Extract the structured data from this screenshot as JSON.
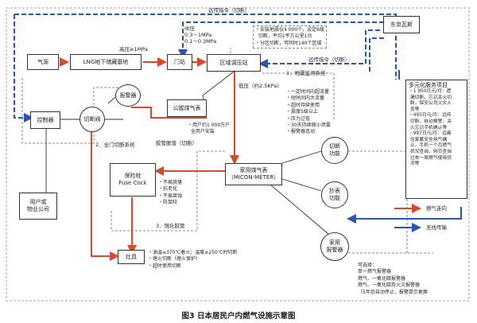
{
  "nodes": {
    "gas_source": "气源",
    "lng_base": "LNG地下储藏基地",
    "gate_station": "门站",
    "regional_station": "区域调压站",
    "tokyo_gas": "东京瓦斯",
    "controller": "控制器",
    "cutoff_valve": "切断阀",
    "alarm": "报警器",
    "public_meter": "公握煤气表",
    "user_company_l1": "用户或",
    "user_company_l2": "物业公司",
    "safety_valve_l1": "保险栓",
    "safety_valve_l2": "Fuse Cock",
    "home_meter_l1": "家用煤气表",
    "home_meter_l2": "（MICON-METER）",
    "cutoff_function_l1": "切断",
    "cutoff_function_l2": "功能",
    "meter_read_l1": "抄表",
    "meter_read_l2": "功能",
    "home_alarm_l1": "家用",
    "home_alarm_l2": "报警器",
    "stove": "灶具"
  },
  "labels": {
    "remote_cmd_top": "远传指令（切断）",
    "remote_cmd_mid": "远传指令（切断）",
    "high_pressure": "高压≥1MPa",
    "mid_pressure": "中压\n0.3－1MPa\n0.1－0.3MPa",
    "seismic_system": "1．地震监测系统",
    "seismic_note": "・安装地震仪4 000个，设定6级\n  切断，平均1平方公里1台\n・分区切断，可同时140个区域",
    "low_pressure": "低压（约2.5KPa）",
    "gate_cutoff": "2．全门切断系统",
    "users_count": "・用户约1 000万户\n  全用户安装",
    "hose_off": "胶管脱落（切断）",
    "safety_features": "・不易脱落\n・抗老化\n・不易腐蚀\n・防鼠咬",
    "hose_strengthen": "3．强化胶管",
    "stove_features": "・油温≥370℃着火；温度≥250℃时切断\n・熄火切断（熄火保护）\n・超时使用切断",
    "meter_features": "・一定时间内超流量\n・短时间内大流量\n・超时持续使用\n・震度5级以上\n・压力过低\n・30天持续微小泄漏\n・报警器连动",
    "home_alarm_note": "可选择：\n单一燃气报警器\n燃气、一氧化碳报警器\n燃气、一氧化碳及火灾报警器\n（5年后自动停止，报警提示更换"
  },
  "services": {
    "title": "多元化服务项目",
    "body": "・1 950日元/月：遗\n 漏切断，忘记关火切\n 断，保安公司火灾人\n 员等\n・493日元/月：远传\n 切断，自动报警，关\n 火忘记手机确认等\n・987日元/月：远离\n 住家属安全用气确\n 认，手机一个月燃气\n 状况查询，网页查询\n 过去一周燃气使用状\n 况等"
  },
  "legend": {
    "gas_flow": "燃气走向",
    "wireless": "无线传输"
  },
  "caption": "图3  日本居民户内燃气设施示意图",
  "colors": {
    "gas": "#d64a2e",
    "wireless": "#2a55b5",
    "dashed": "#555555"
  }
}
